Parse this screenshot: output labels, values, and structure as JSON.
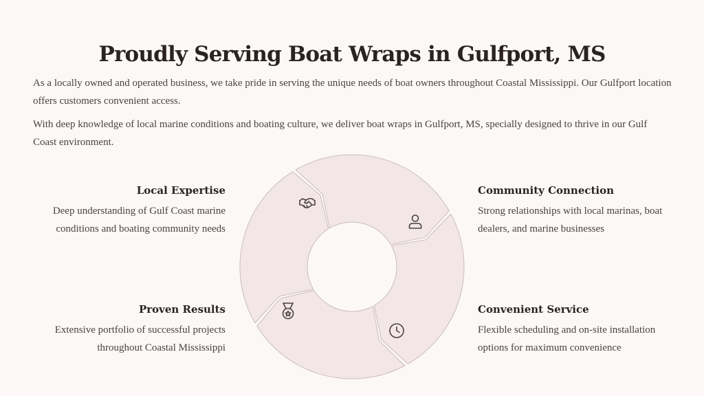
{
  "title": "Proudly Serving Boat Wraps in Gulfport, MS",
  "intro": [
    "As a locally owned and operated business, we take pride in serving the unique needs of boat owners throughout Coastal Mississippi. Our Gulfport location offers customers convenient access.",
    "With deep knowledge of local marine conditions and boating culture, we deliver boat wraps in Gulfport, MS, specially designed to thrive in our Gulf Coast environment."
  ],
  "items": [
    {
      "heading": "Local Expertise",
      "text": "Deep understanding of Gulf Coast marine conditions and boating community needs",
      "icon": "handshake-icon"
    },
    {
      "heading": "Community Connection",
      "text": "Strong relationships with local marinas, boat dealers, and marine businesses",
      "icon": "person-icon"
    },
    {
      "heading": "Convenient Service",
      "text": "Flexible scheduling and on-site installation options for maximum convenience",
      "icon": "clock-icon"
    },
    {
      "heading": "Proven Results",
      "text": "Extensive portfolio of successful projects throughout Coastal Mississippi",
      "icon": "medal-icon"
    }
  ],
  "colors": {
    "background": "#fcf8f7",
    "segment_fill": "#f2e7e6",
    "segment_stroke": "#c9bcbb",
    "icon": "#4a4140"
  }
}
